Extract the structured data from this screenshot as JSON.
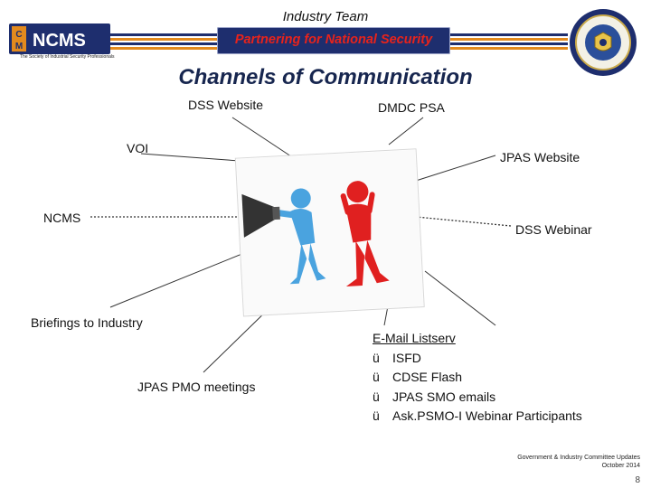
{
  "header": {
    "title": "Industry Team",
    "banner": "Partnering for National Security"
  },
  "logo": {
    "letters": [
      "C",
      "M"
    ],
    "name": "NCMS",
    "tagline": "The Society of Industrial Security Professionals"
  },
  "colors": {
    "navy": "#1e2e6e",
    "accent_red": "#e8231b",
    "title": "#17264f",
    "stripe_orange": "#e38a1e"
  },
  "slide": {
    "title": "Channels of Communication"
  },
  "channels": {
    "dss_website": "DSS Website",
    "dmdc_psa": "DMDC PSA",
    "voi": "VOI",
    "jpas_website": "JPAS Website",
    "ncms": "NCMS",
    "dss_webinar": "DSS Webinar",
    "briefings": "Briefings to Industry",
    "jpas_pmo": "JPAS PMO meetings"
  },
  "listserv": {
    "heading": "E-Mail Listserv",
    "check_glyph": "ü",
    "items": [
      "ISFD",
      "CDSE Flash",
      "JPAS SMO emails",
      "Ask.PSMO-I Webinar Participants"
    ]
  },
  "footer": {
    "line1": "Government & Industry Committee Updates",
    "line2": "October 2014",
    "page": "8"
  },
  "image": {
    "icon": "megaphone-figures-illustration"
  }
}
